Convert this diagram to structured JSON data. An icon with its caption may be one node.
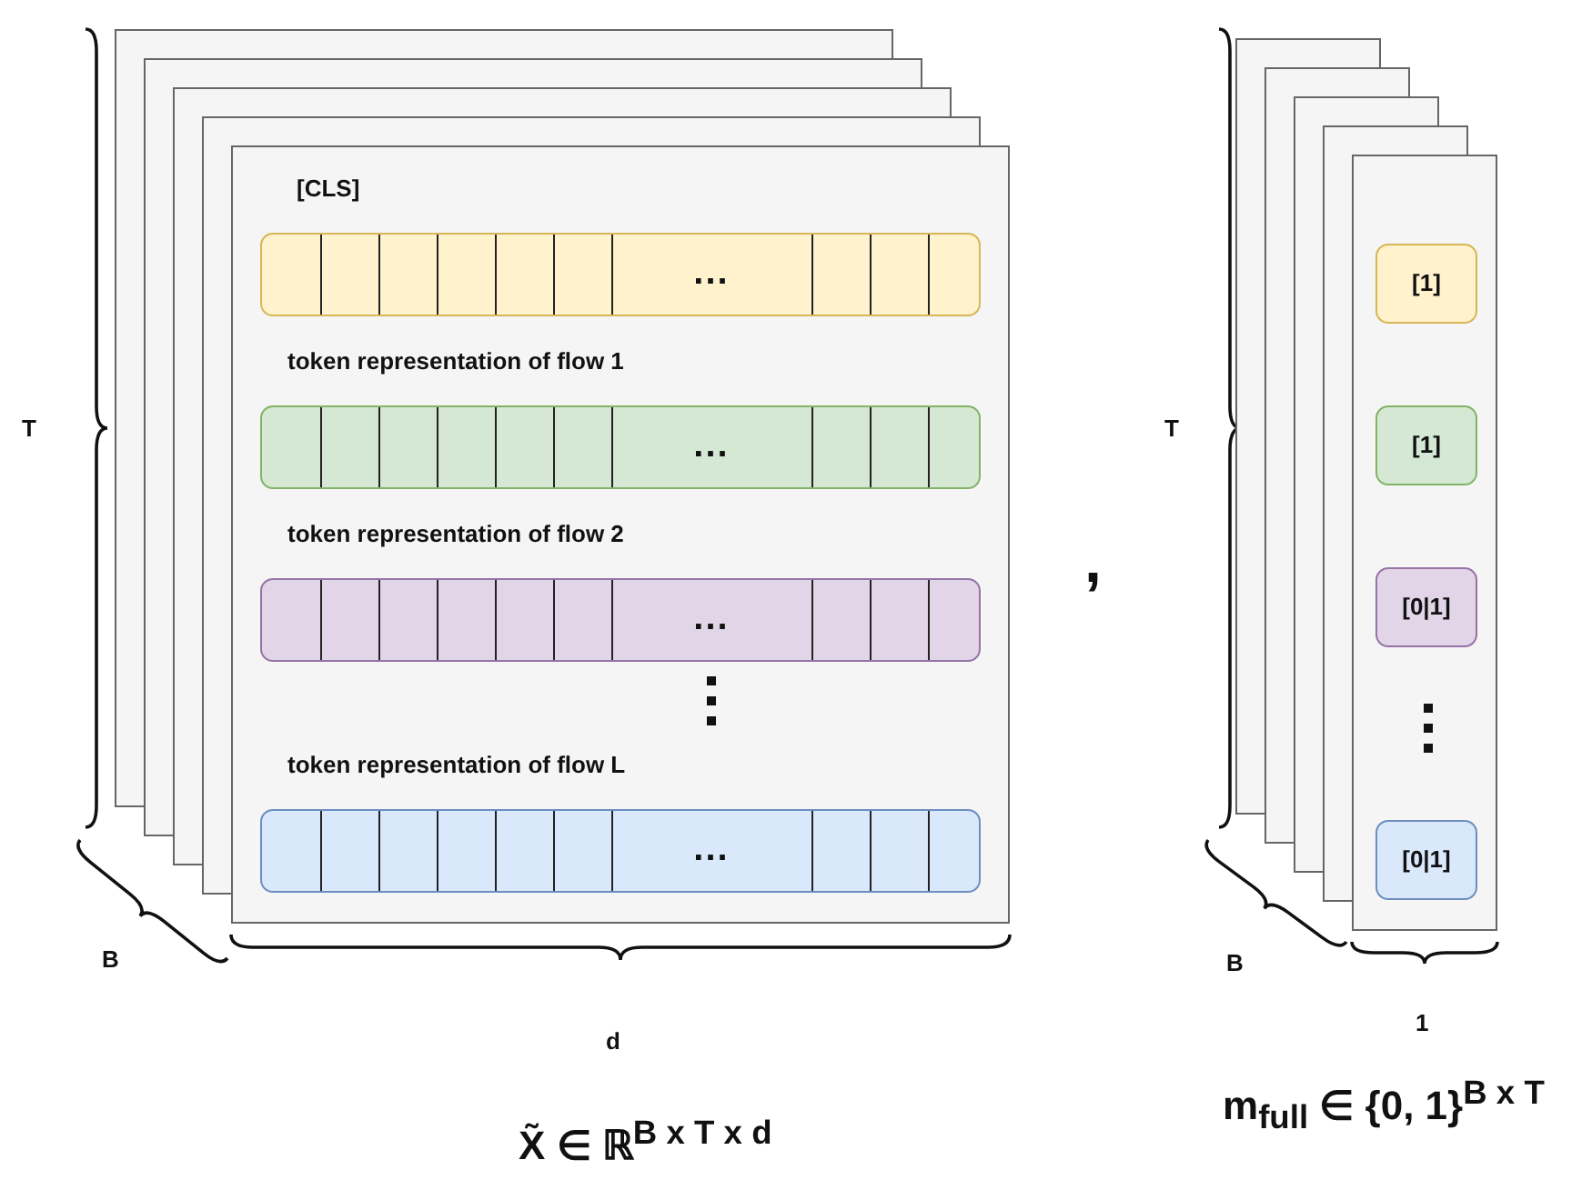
{
  "diagram": {
    "nodes": [
      {
        "text": [
          "[CLS]",
          "token representation of flow 1",
          "token representation of flow 2",
          "token representation of flow L"
        ]
      },
      {
        "text": [
          "..."
        ],
        "in": 0
      },
      {
        "text": [
          "..."
        ],
        "in": 0
      },
      {
        "text": [
          "..."
        ],
        "in": 0
      },
      {
        "text": [
          "..."
        ],
        "in": 0
      },
      {
        "text": [],
        "shape": "box"
      },
      {
        "text": [
          "[1]"
        ],
        "in": 5
      },
      {
        "text": [
          "[1]"
        ],
        "in": 5
      },
      {
        "text": [
          "[0|1]"
        ],
        "in": 5
      },
      {
        "text": [
          "[0|1]"
        ],
        "in": 5
      }
    ],
    "edges": [],
    "labels": [
      "T",
      ",",
      "T",
      "B",
      "B",
      "1",
      "d",
      "X̃ ∈ ℝ$^{B x T x d}$",
      "m$_{full}$ ∈ {0, 1}$^{B x T}$"
    ]
  }
}
